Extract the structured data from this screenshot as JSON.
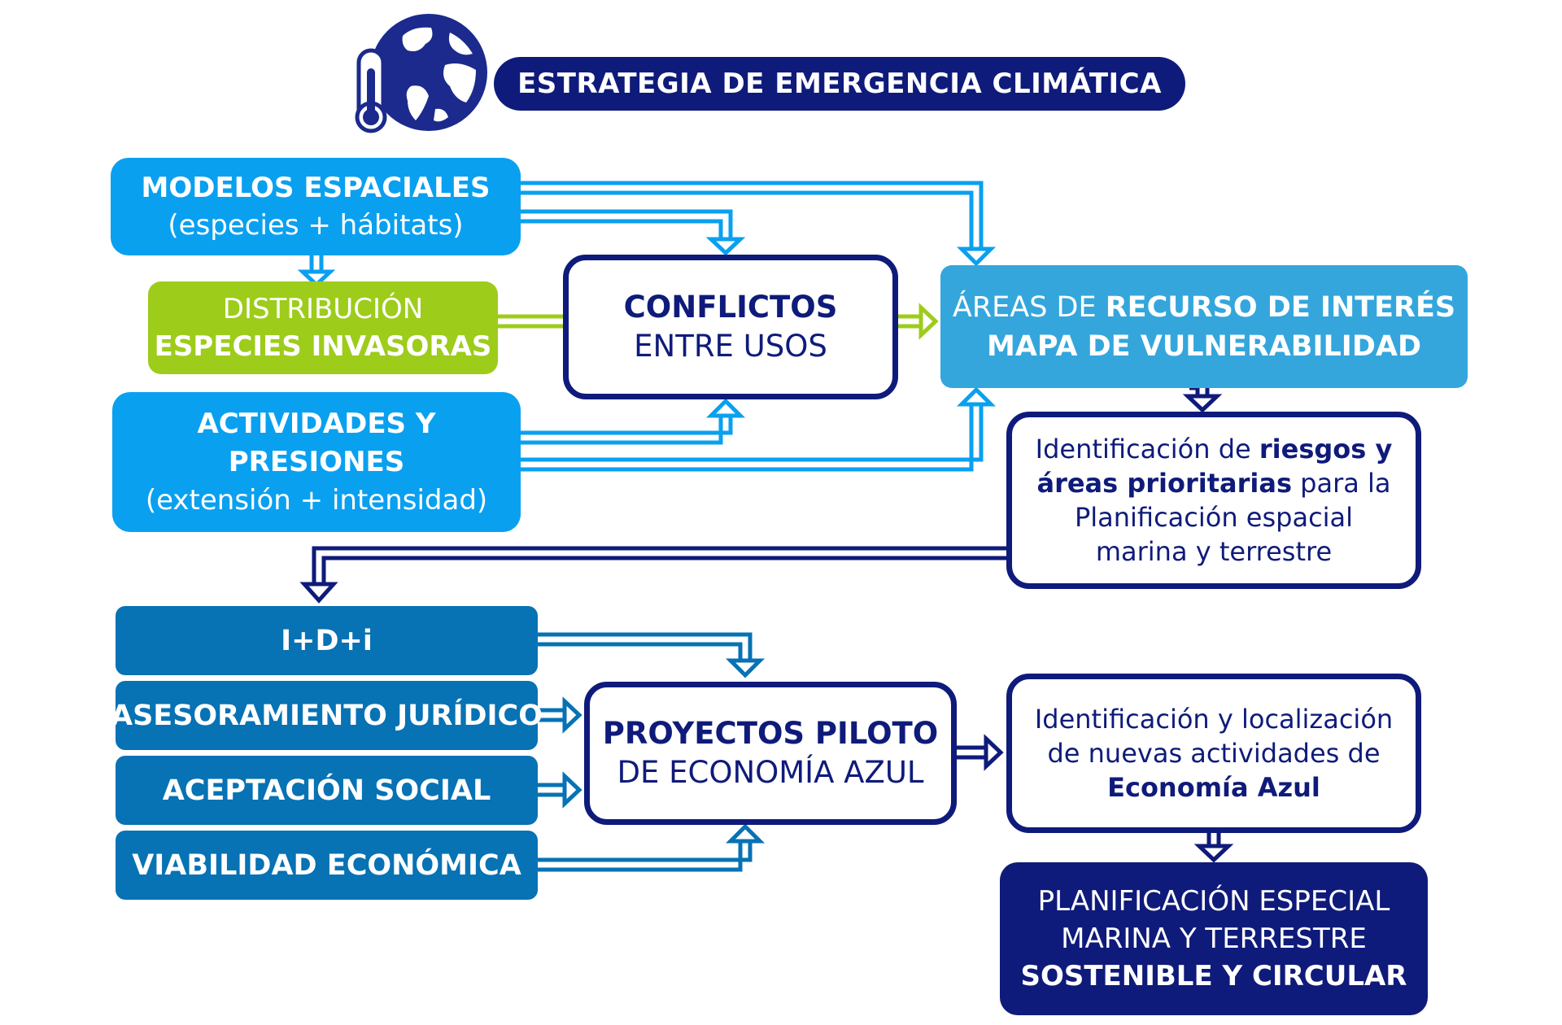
{
  "title": "ESTRATEGIA DE EMERGENCIA CLIMÁTICA",
  "boxes": {
    "modelos": {
      "line1": "MODELOS ESPACIALES",
      "line2": "(especies + hábitats)"
    },
    "distribucion": {
      "line1": "DISTRIBUCIÓN",
      "line2": "ESPECIES INVASORAS"
    },
    "conflictos": {
      "line1": "CONFLICTOS",
      "line2": "ENTRE USOS"
    },
    "actividades": {
      "line1": "ACTIVIDADES Y",
      "line2": "PRESIONES",
      "line3": "(extensión + intensidad)"
    },
    "areas": {
      "line1_normal": "ÁREAS DE ",
      "line1_bold": "RECURSO DE INTERÉS",
      "line2": "MAPA DE VULNERABILIDAD"
    },
    "identificacion1": {
      "l1_normal": "Identificación de ",
      "l1_bold": "riesgos y",
      "l2_bold": "áreas prioritarias",
      "l2_normal": " para la",
      "l3": "Planificación espacial",
      "l4": "marina y terrestre"
    },
    "idi": "I+D+i",
    "asesoramiento": "ASESORAMIENTO JURÍDICO",
    "aceptacion": "ACEPTACIÓN SOCIAL",
    "viabilidad": "VIABILIDAD ECONÓMICA",
    "proyectos": {
      "line1": "PROYECTOS PILOTO",
      "line2": "DE ECONOMÍA AZUL"
    },
    "identificacion2": {
      "l1": "Identificación y localización",
      "l2": "de nuevas actividades de",
      "l3_bold": "Economía Azul"
    },
    "planificacion": {
      "line1": "PLANIFICACIÓN ESPECIAL",
      "line2": "MARINA Y TERRESTRE",
      "line3": "SOSTENIBLE Y CIRCULAR"
    }
  },
  "icons": {
    "header": "globe-thermometer-icon"
  },
  "colors": {
    "navy": "#0f1b7a",
    "bright_blue": "#0aa0f0",
    "light_blue": "#34a6dc",
    "mid_blue": "#0772b4",
    "green": "#9dcc1b"
  }
}
